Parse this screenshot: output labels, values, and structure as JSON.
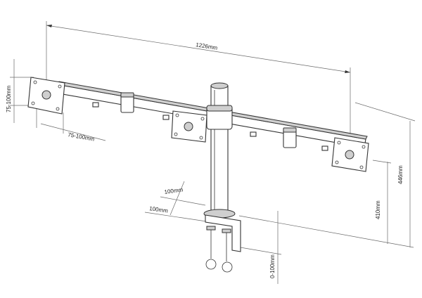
{
  "dimensions": {
    "width_total": "1226mm",
    "vesa_vertical": "75-100mm",
    "vesa_horizontal": "75-100mm",
    "clamp_depth": "100mm",
    "clamp_width": "100mm",
    "clamp_range": "0-100mm",
    "arm_height": "410mm",
    "total_height": "446mm"
  },
  "colors": {
    "line": "#333333",
    "fill_shade": "#cfcfcf",
    "dimension_line": "#6a6a6a"
  }
}
